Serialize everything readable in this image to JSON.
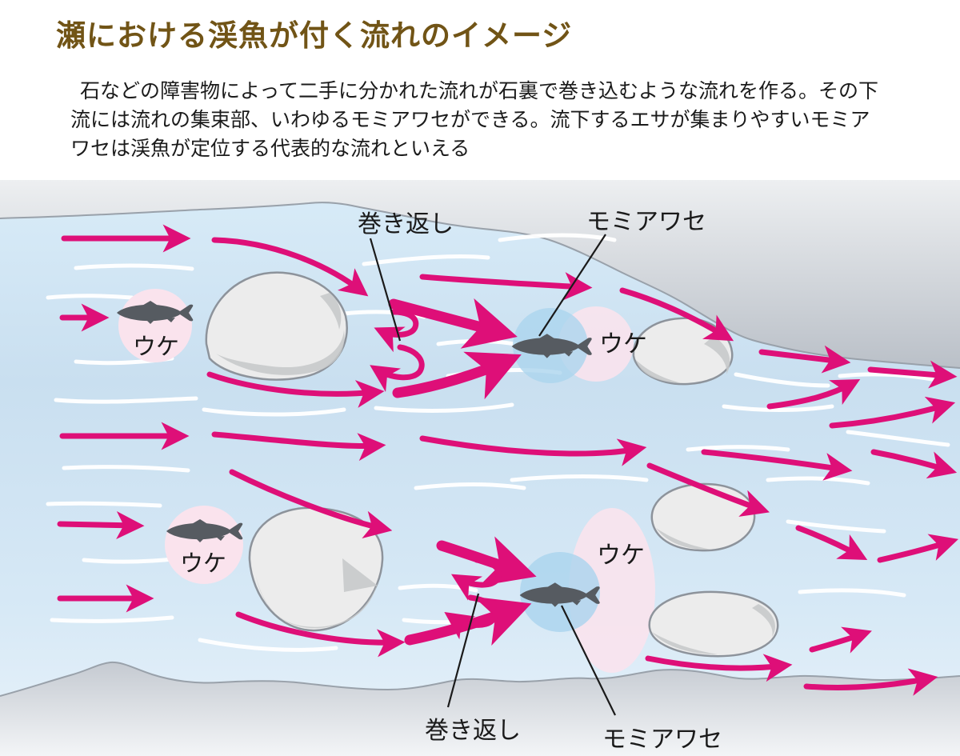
{
  "header": {
    "title": "瀬における渓魚が付く流れのイメージ",
    "description": "石などの障害物によって二手に分かれた流れが石裏で巻き込むような流れを作る。その下流には流れの集束部、いわゆるモミアワセができる。流下するエサが集まりやすいモミアワセは渓魚が定位する代表的な流れといえる"
  },
  "diagram": {
    "labels": {
      "eddy_top": "巻き返し",
      "confluence_top": "モミアワセ",
      "uke_top_left": "ウケ",
      "uke_top_confluence": "ウケ",
      "uke_bottom_left": "ウケ",
      "uke_bottom_confluence": "ウケ",
      "eddy_bottom": "巻き返し",
      "confluence_bottom": "モミアワセ"
    },
    "icons": {
      "fish": "fish-silhouette-facing-left"
    }
  },
  "colors": {
    "title": "#715416",
    "body_text": "#1b1b1b",
    "arrow": "#de0f78",
    "water_top": "#d9ecf8",
    "water_mid": "#c9dff0",
    "water_low": "#d7e9f6",
    "water_bottom": "#e8f2fa",
    "bank_light": "#edeff1",
    "bank_dark": "#b9bfc7",
    "bank_bottom_dark": "#c6cbd2",
    "bank_bottom_light": "#f3f5f7",
    "bank_edge": "#99a1aa",
    "rock_fill": "#ececec",
    "rock_shade": "#c6c8c9",
    "rock_outline": "#8d939b",
    "fish": "#565b61",
    "uke_circle": "#fae3ed",
    "flow_blue": "#abd4ee",
    "label_text": "#1a1a1a",
    "current_line": "#ffffff"
  }
}
